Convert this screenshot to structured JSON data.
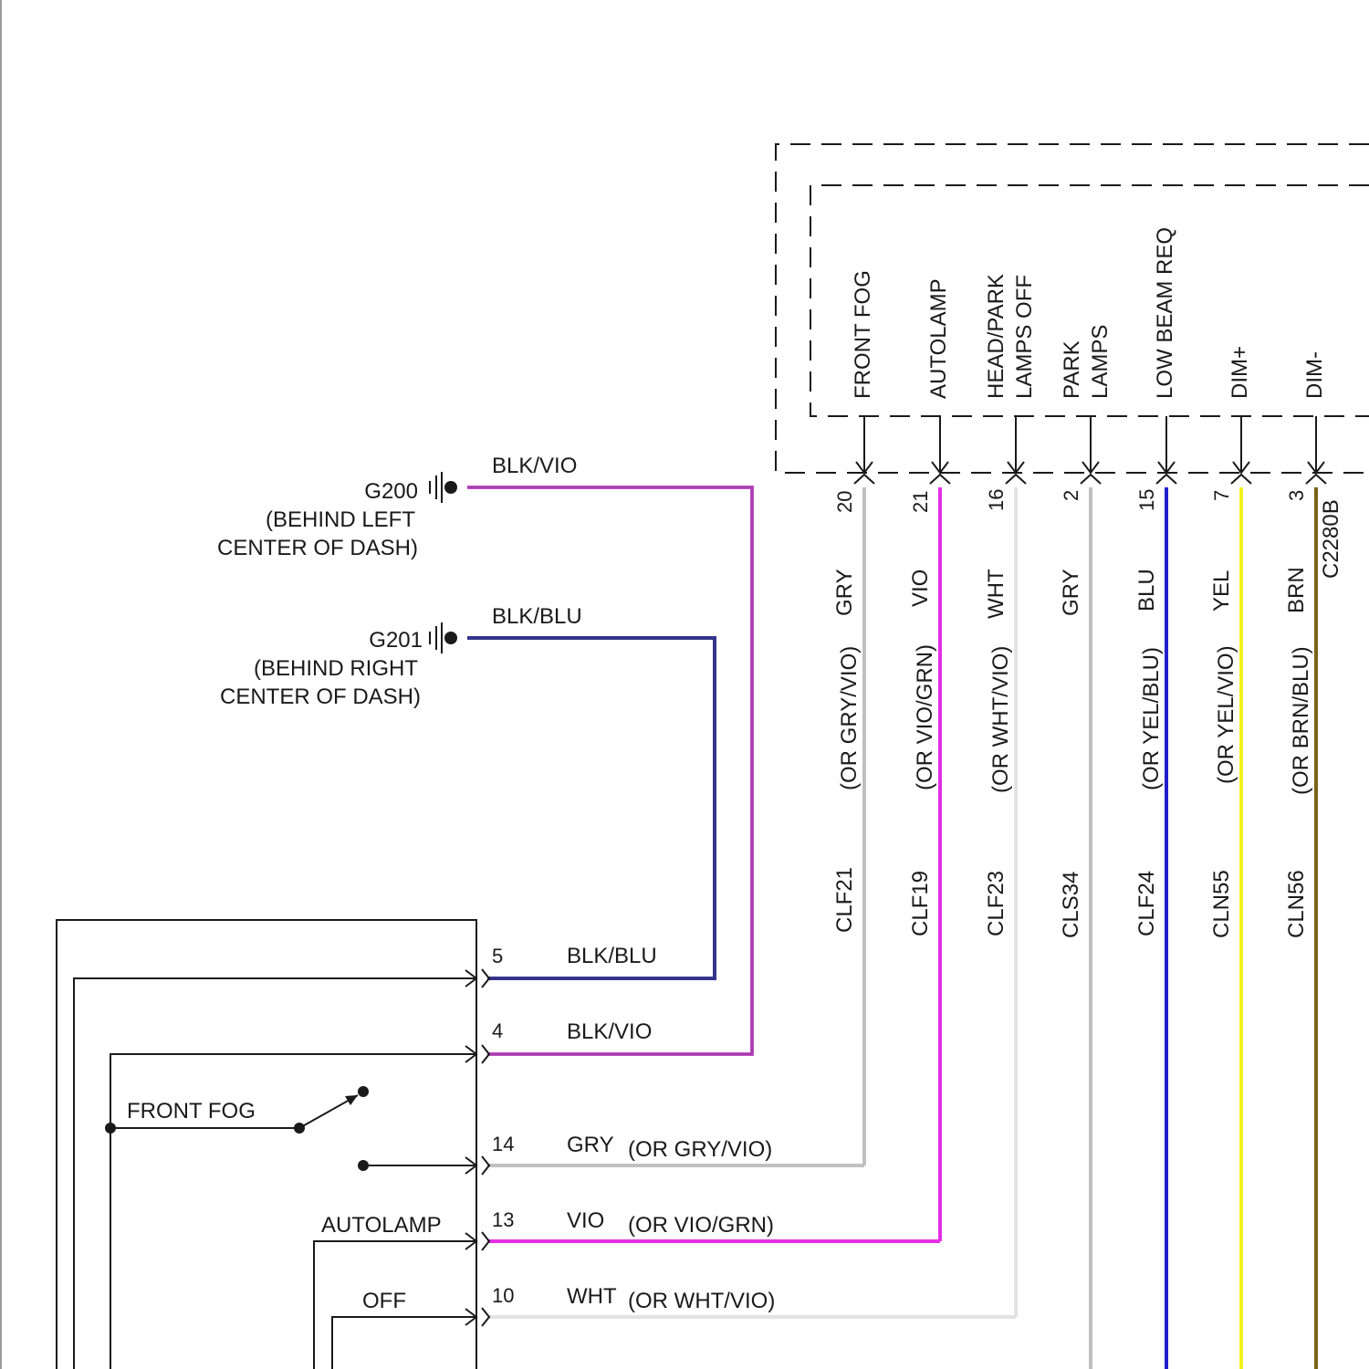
{
  "colors": {
    "BLK_VIO": "#c84bd0",
    "BLK_BLU": "#34348c",
    "GRY": "#c0c0c0",
    "VIO": "#e52ee5",
    "WHT": "#e2e2e2",
    "BLU": "#1f1fcc",
    "YEL": "#f3f31e",
    "BRN": "#7a6218"
  },
  "grounds": [
    {
      "id": "G200",
      "line1": "(BEHIND LEFT",
      "line2": "CENTER OF DASH)",
      "wire": "BLK/VIO"
    },
    {
      "id": "G201",
      "line1": "(BEHIND RIGHT",
      "line2": "CENTER OF DASH)",
      "wire": "BLK/BLU"
    }
  ],
  "module": {
    "connector": "C2280B",
    "inputs": [
      {
        "label": "FRONT FOG",
        "pin": "20",
        "color": "GRY",
        "alt": "(OR GRY/VIO)",
        "circuit": "CLF21"
      },
      {
        "label": "AUTOLAMP",
        "pin": "21",
        "color": "VIO",
        "alt": "(OR VIO/GRN)",
        "circuit": "CLF19"
      },
      {
        "label": "HEAD/PARK",
        "label2": "LAMPS OFF",
        "pin": "16",
        "color": "WHT",
        "alt": "(OR WHT/VIO)",
        "circuit": "CLF23"
      },
      {
        "label": "PARK",
        "label2": "LAMPS",
        "pin": "2",
        "color": "GRY",
        "alt": "",
        "circuit": "CLS34"
      },
      {
        "label": "LOW BEAM REQ",
        "pin": "15",
        "color": "BLU",
        "alt": "(OR YEL/BLU)",
        "circuit": "CLF24"
      },
      {
        "label": "DIM+",
        "pin": "7",
        "color": "YEL",
        "alt": "(OR YEL/VIO)",
        "circuit": "CLN55"
      },
      {
        "label": "DIM-",
        "pin": "3",
        "color": "BRN",
        "alt": "(OR BRN/BLU)",
        "circuit": "CLN56"
      }
    ]
  },
  "switch": {
    "pins": [
      {
        "pin": "5",
        "color": "BLK/BLU",
        "alt": ""
      },
      {
        "pin": "4",
        "color": "BLK/VIO",
        "alt": ""
      },
      {
        "pin": "14",
        "color": "GRY",
        "alt": "(OR GRY/VIO)"
      },
      {
        "pin": "13",
        "color": "VIO",
        "alt": "(OR VIO/GRN)"
      },
      {
        "pin": "10",
        "color": "WHT",
        "alt": "(OR WHT/VIO)"
      }
    ],
    "labels": {
      "front_fog": "FRONT FOG",
      "autolamp": "AUTOLAMP",
      "off": "OFF"
    }
  }
}
